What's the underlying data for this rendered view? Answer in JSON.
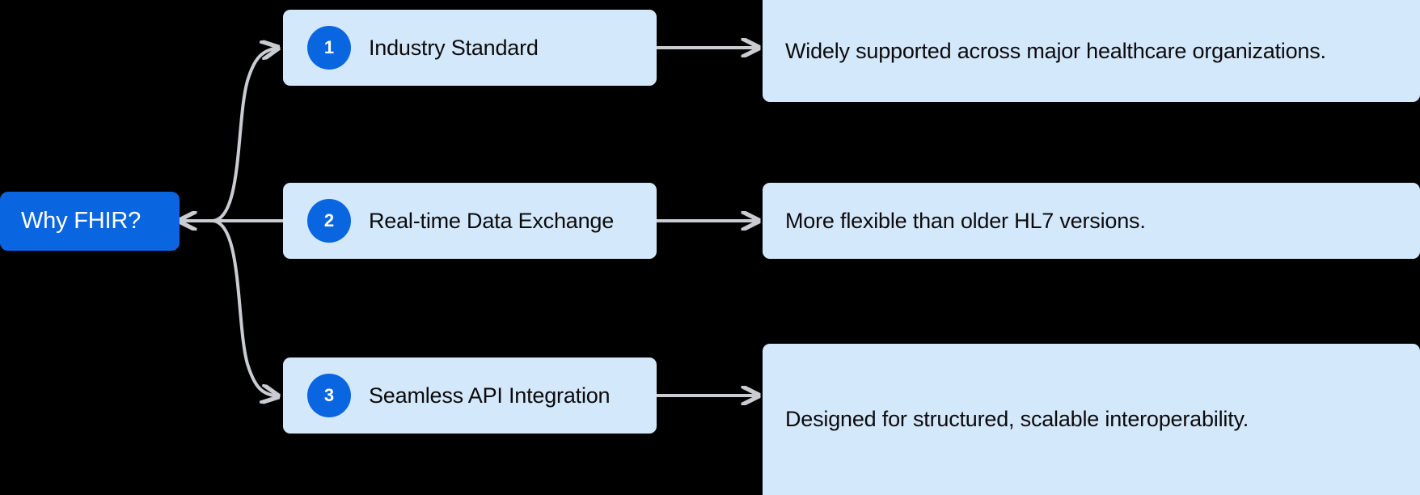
{
  "diagram": {
    "title": "Why FHIR?",
    "type": "branching-flow",
    "background_color": "#000000",
    "colors": {
      "root_fill": "#0a66e0",
      "root_text": "#ffffff",
      "node_fill": "#d4e8fb",
      "node_text": "#0b0b0d",
      "badge_fill": "#0a66e0",
      "badge_text": "#ffffff",
      "edge": "#c9ccd1"
    },
    "root": {
      "label": "Why FHIR?"
    },
    "branches": [
      {
        "number": "1",
        "label": "Industry Standard",
        "description": "Widely supported across major healthcare organizations."
      },
      {
        "number": "2",
        "label": "Real-time Data Exchange",
        "description": "More flexible than older HL7 versions."
      },
      {
        "number": "3",
        "label": "Seamless API Integration",
        "description": "Designed for structured, scalable interoperability."
      }
    ]
  }
}
